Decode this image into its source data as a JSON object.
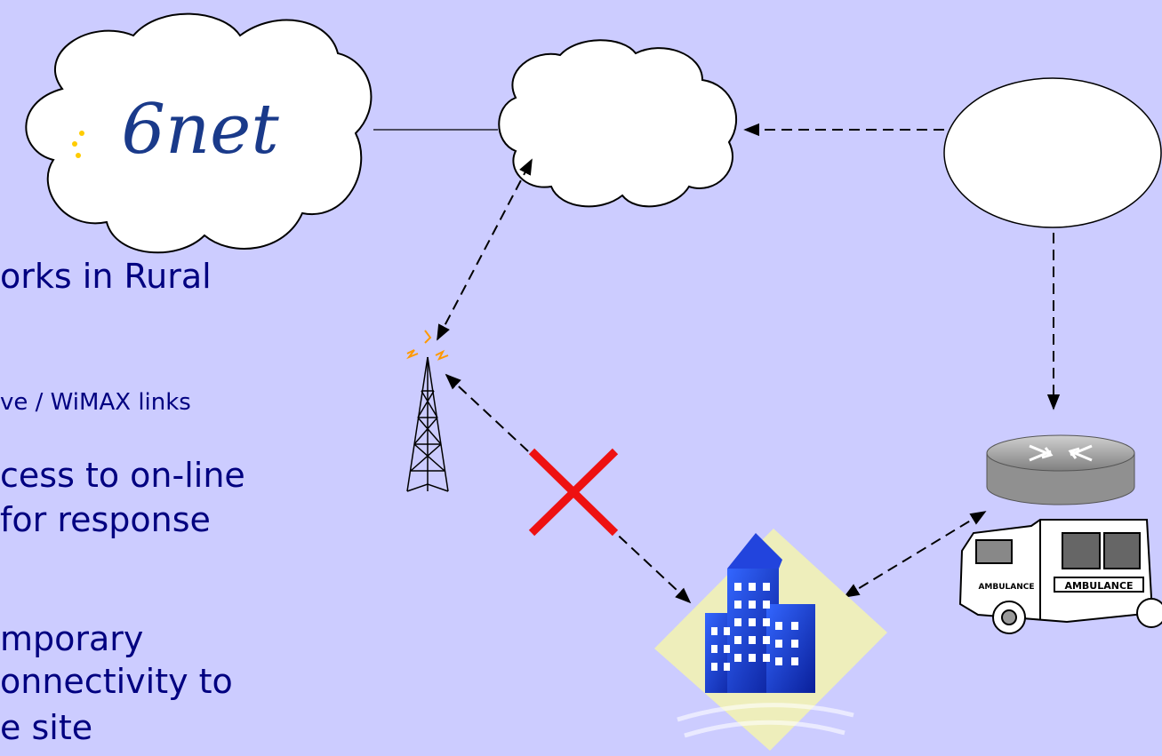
{
  "logo": {
    "text": "6net"
  },
  "bullets": [
    "orks in Rural",
    "ve / WiMAX links",
    "cess to on-line",
    "for response",
    "mporary",
    "onnectivity to",
    "e site"
  ],
  "vehicle_labels": [
    "AMBULANCE",
    "AMBULANCE"
  ],
  "colors": {
    "background": "#ccccff",
    "text": "#000080",
    "cross": "#ff0000",
    "building": "#1133cc",
    "logo_text": "#1a3a8a"
  }
}
